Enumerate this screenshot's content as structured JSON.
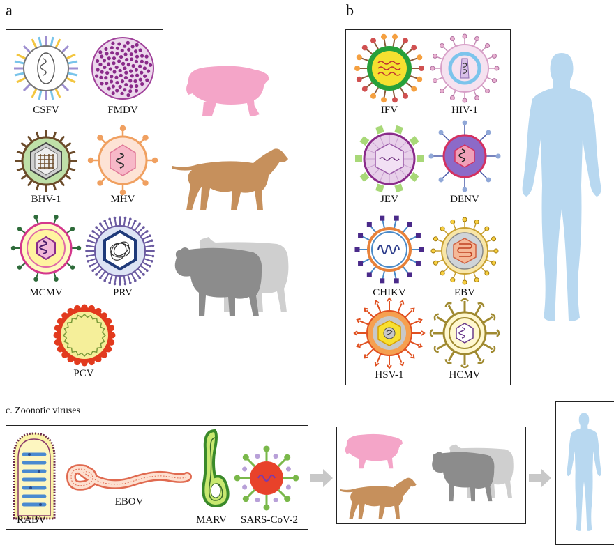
{
  "panel_a": {
    "letter": "a",
    "viruses": [
      "CSFV",
      "FMDV",
      "BHV-1",
      "MHV",
      "MCMV",
      "PRV",
      "PCV"
    ]
  },
  "panel_b": {
    "letter": "b",
    "viruses": [
      "IFV",
      "HIV-1",
      "JEV",
      "DENV",
      "CHIKV",
      "EBV",
      "HSV-1",
      "HCMV"
    ]
  },
  "panel_c": {
    "title": "c. Zoonotic viruses",
    "viruses": [
      "RABV",
      "EBOV",
      "MARV",
      "SARS-CoV-2"
    ]
  },
  "colors": {
    "pig": "#f4a5c8",
    "dog": "#c6905c",
    "cow_dark": "#8c8c8c",
    "cow_light": "#cfcfcf",
    "human": "#b8d8f0",
    "arrow": "#c8c8c8"
  }
}
